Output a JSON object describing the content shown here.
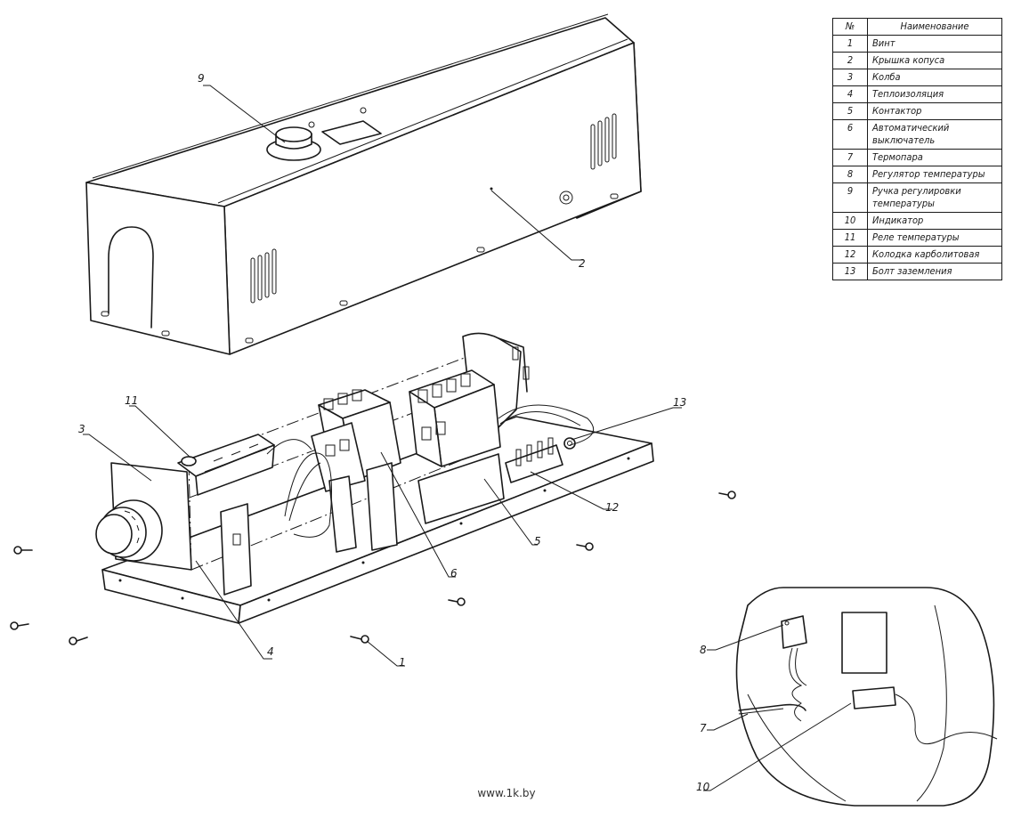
{
  "table": {
    "header_num": "№",
    "header_name": "Наименование",
    "rows": [
      {
        "num": "1",
        "name": "Винт"
      },
      {
        "num": "2",
        "name": "Крышка копуса"
      },
      {
        "num": "3",
        "name": "Колба"
      },
      {
        "num": "4",
        "name": "Теплоизоляция"
      },
      {
        "num": "5",
        "name": "Контактор"
      },
      {
        "num": "6",
        "name": "Автоматический\nвыключатель"
      },
      {
        "num": "7",
        "name": "Термопара"
      },
      {
        "num": "8",
        "name": "Регулятор температуры"
      },
      {
        "num": "9",
        "name": "Ручка регулировки\nтемпературы"
      },
      {
        "num": "10",
        "name": "Индикатор"
      },
      {
        "num": "11",
        "name": "Реле температуры"
      },
      {
        "num": "12",
        "name": "Колодка карболитовая"
      },
      {
        "num": "13",
        "name": "Болт заземления"
      }
    ]
  },
  "callouts": [
    "1",
    "2",
    "3",
    "4",
    "5",
    "6",
    "7",
    "8",
    "9",
    "10",
    "11",
    "12",
    "13"
  ],
  "watermark": "www.1k.by"
}
